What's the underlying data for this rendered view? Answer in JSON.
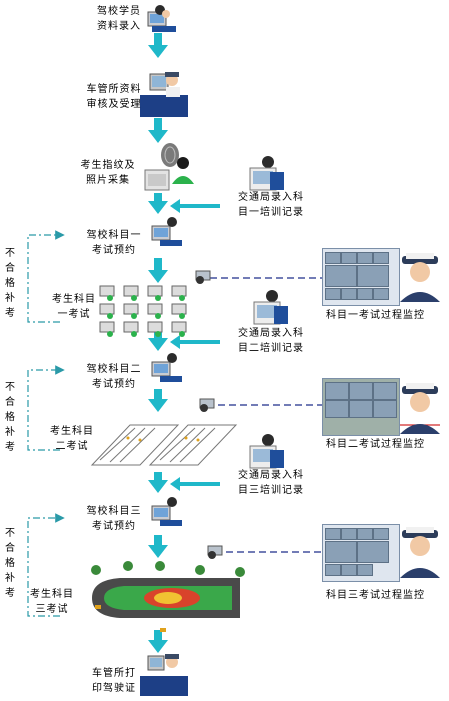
{
  "steps": {
    "s1": [
      "驾校学员",
      "资料录入"
    ],
    "s2": [
      "车管所资料",
      "审核及受理"
    ],
    "s3": [
      "考生指纹及",
      "照片采集"
    ],
    "s4": [
      "驾校科目一",
      "考试预约"
    ],
    "s5": [
      "考生科目",
      "一考试"
    ],
    "s6": [
      "驾校科目二",
      "考试预约"
    ],
    "s7": [
      "考生科目",
      "二考试"
    ],
    "s8": [
      "驾校科目三",
      "考试预约"
    ],
    "s9": [
      "考生科目",
      "三考试"
    ],
    "s10": [
      "车管所打",
      "印驾驶证"
    ]
  },
  "traffic": {
    "t1": [
      "交通局录入科",
      "目一培训记录"
    ],
    "t2": [
      "交通局录入科",
      "目二培训记录"
    ],
    "t3": [
      "交通局录入科",
      "目三培训记录"
    ]
  },
  "monitors": {
    "m1": "科目一考试过程监控",
    "m2": "科目二考试过程监控",
    "m3": "科目三考试过程监控"
  },
  "retake": [
    "不",
    "合",
    "格",
    "补",
    "考"
  ],
  "colors": {
    "arrow": "#1fb8c9",
    "dashdot": "#2a9aa8",
    "monitorLine": "#1f2f8a"
  }
}
